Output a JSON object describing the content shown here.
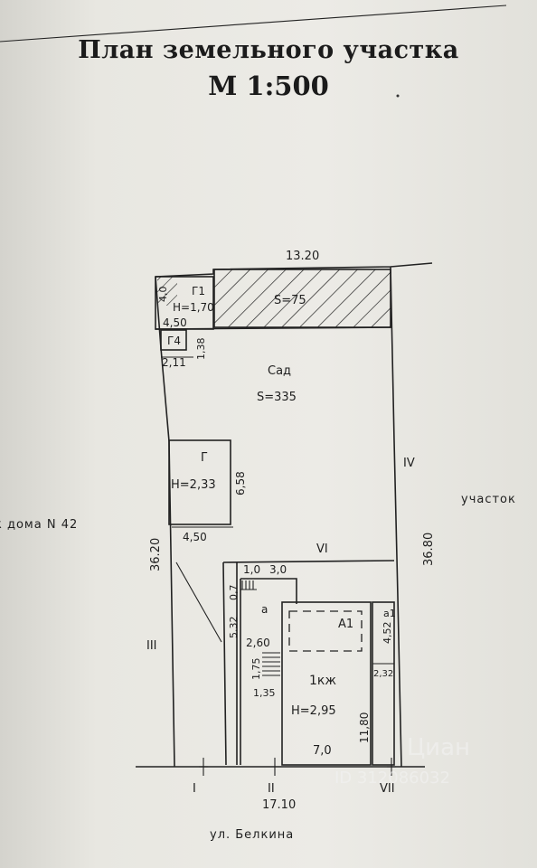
{
  "header": {
    "title": "План земельного участка",
    "scale": "М 1:500"
  },
  "dimensions": {
    "top_width": "13.20",
    "bottom_width": "17.10",
    "left_length": "36.20",
    "right_length": "36.80",
    "g1_depth": "4,0",
    "g1_width": "4,50",
    "g4_width": "2,11",
    "g4_depth": "1,38",
    "garage_width": "4,50",
    "garage_depth": "6,58",
    "porch_width_1": "1,0",
    "porch_width_2": "3,0",
    "porch_depth": "0,7",
    "passage_length": "5.32",
    "a_width": "2,60",
    "steps_depth": "1,75",
    "steps_width": "1,35",
    "house_width": "7,0",
    "house_depth": "11,80",
    "a1_length": "4,52",
    "a1_width": "2,32"
  },
  "buildings": {
    "g1_label": "Г1",
    "g1_height": "H=1,70",
    "g4_label": "Г4",
    "hatched_area": "S=75",
    "garden_label": "Сад",
    "garden_area": "S=335",
    "garage_label": "Г",
    "garage_height": "H=2,33",
    "veranda_label": "а",
    "annex_label": "а1",
    "attic_label": "А1",
    "house_label": "1кж",
    "house_height": "H=2,95"
  },
  "boundaries": {
    "I": "I",
    "II": "II",
    "III": "III",
    "IV": "IV",
    "VI": "VI",
    "VII": "VII"
  },
  "neighbors": {
    "left": "к дома N 42",
    "right": "участок",
    "street": "ул. Белкина"
  },
  "watermark": {
    "brand": "Циан",
    "id": "ID 312086032"
  }
}
